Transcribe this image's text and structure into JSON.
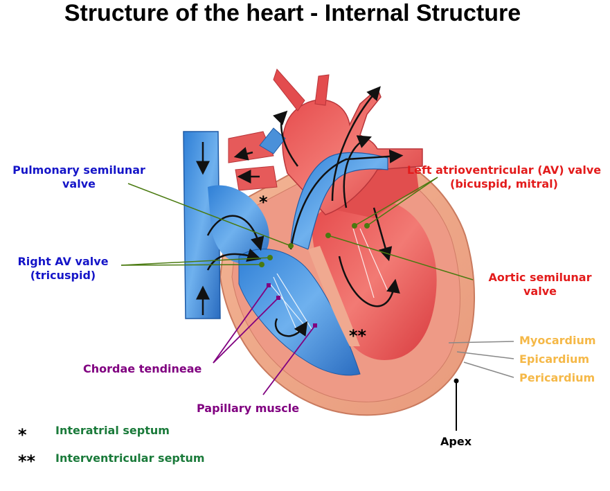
{
  "title": "Structure of the heart - Internal Structure",
  "labels": {
    "pulmonary_semilunar": [
      "Pulmonary semilunar",
      "valve"
    ],
    "right_av": [
      "Right AV valve",
      "(tricuspid)"
    ],
    "left_av": [
      "Left atrioventricular (AV) valve",
      "(bicuspid, mitral)"
    ],
    "aortic_semilunar": [
      "Aortic semilunar",
      "valve"
    ],
    "myocardium": "Myocardium",
    "epicardium": "Epicardium",
    "pericardium": "Pericardium",
    "chordae": "Chordae tendineae",
    "papillary": "Papillary muscle",
    "apex": "Apex"
  },
  "markers": {
    "single": "*",
    "double": "**"
  },
  "legend": [
    {
      "symbol": "*",
      "text": "Interatrial septum"
    },
    {
      "symbol": "**",
      "text": "Interventricular septum"
    }
  ],
  "colors": {
    "deoxygenated": "#4a90d9",
    "oxygenated": "#e84a4a",
    "pericardium": "#f2b08c",
    "leader_green": "#4a7a10",
    "leader_purple": "#800080",
    "leader_gray": "#888888"
  }
}
